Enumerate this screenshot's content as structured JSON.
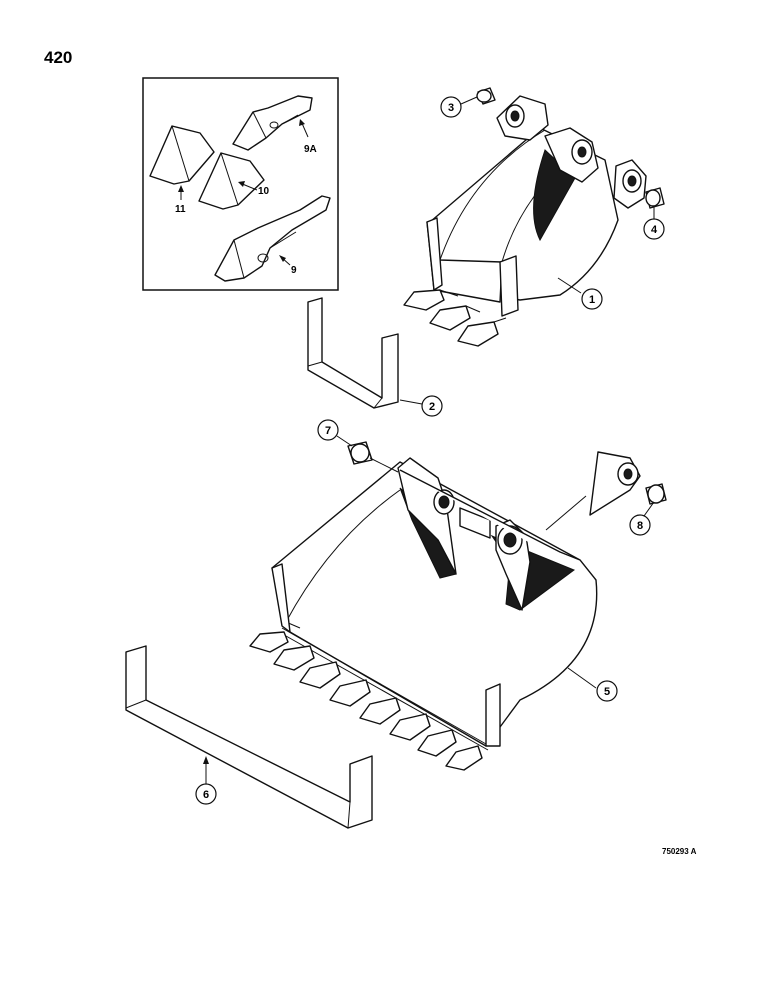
{
  "page_number": "420",
  "figure_id": "750293 A",
  "callouts": {
    "c1": "1",
    "c2": "2",
    "c3": "3",
    "c4": "4",
    "c5": "5",
    "c6": "6",
    "c7": "7",
    "c8": "8",
    "c9": "9",
    "c9a": "9A",
    "c10": "10",
    "c11": "11"
  },
  "icons": {
    "narrow_bucket": "narrow-bucket-icon",
    "wide_bucket": "wide-bucket-icon",
    "tooth_detail_box": "tooth-detail-inset"
  }
}
